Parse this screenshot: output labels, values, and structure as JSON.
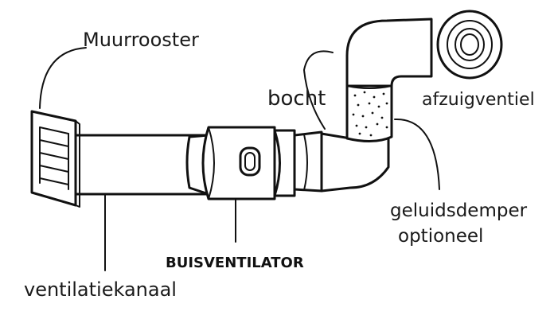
{
  "labels": {
    "muurrooster": "Muurrooster",
    "bocht": "bocht",
    "afzuigventiel": "afzuigventiel",
    "geluidsdemper_line1": "geluidsdemper",
    "geluidsdemper_line2": "optioneel",
    "buisventilator": "BUISVENTILATOR",
    "ventilatiekanaal": "ventilatiekanaal"
  }
}
